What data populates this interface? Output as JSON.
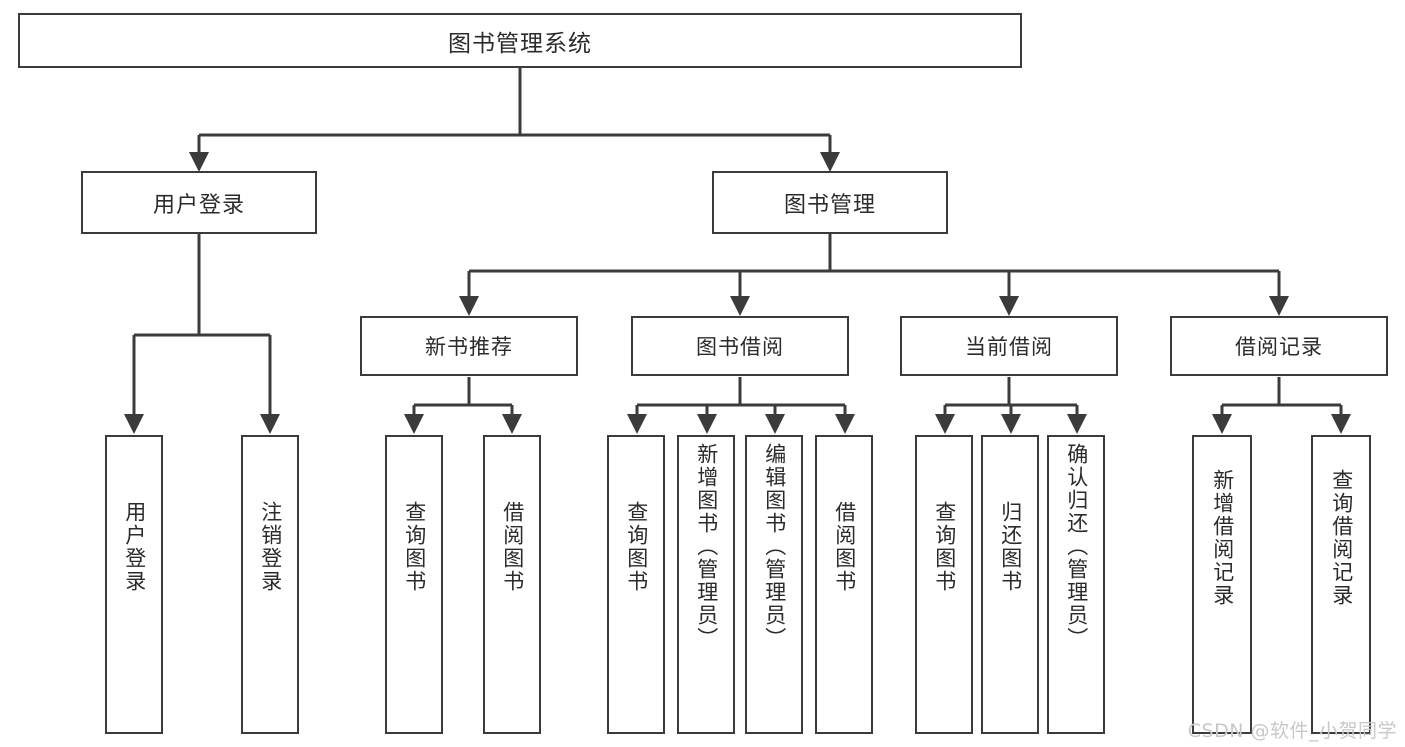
{
  "diagram": {
    "title": "图书管理系统",
    "type": "tree-hierarchy",
    "watermark": "CSDN @软件_小贺同学",
    "colors": {
      "box_border": "#3b3b3b",
      "box_fill": "#ffffff",
      "connector": "#3b3b3b",
      "text": "#2b2b2b",
      "watermark": "#c8c8c8",
      "background": "#ffffff"
    },
    "root": {
      "id": "root",
      "label": "图书管理系统"
    },
    "level2": [
      {
        "id": "user-login",
        "label": "用户登录"
      },
      {
        "id": "book-manage",
        "label": "图书管理"
      }
    ],
    "level3": [
      {
        "id": "new-book-recommend",
        "label": "新书推荐",
        "parent": "book-manage"
      },
      {
        "id": "book-borrow",
        "label": "图书借阅",
        "parent": "book-manage"
      },
      {
        "id": "current-borrow",
        "label": "当前借阅",
        "parent": "book-manage"
      },
      {
        "id": "borrow-record",
        "label": "借阅记录",
        "parent": "book-manage"
      }
    ],
    "leaves": {
      "user_login": [
        {
          "id": "leaf-user-login",
          "label": "用户登录"
        },
        {
          "id": "leaf-user-logout",
          "label": "注销登录"
        }
      ],
      "new_book_recommend": [
        {
          "id": "leaf-query-book-1",
          "label": "查询图书"
        },
        {
          "id": "leaf-borrow-book-1",
          "label": "借阅图书"
        }
      ],
      "book_borrow": [
        {
          "id": "leaf-query-book-2",
          "label": "查询图书"
        },
        {
          "id": "leaf-add-book",
          "label": "新增图书（管理员）"
        },
        {
          "id": "leaf-edit-book",
          "label": "编辑图书（管理员）"
        },
        {
          "id": "leaf-borrow-book-2",
          "label": "借阅图书"
        }
      ],
      "current_borrow": [
        {
          "id": "leaf-query-book-3",
          "label": "查询图书"
        },
        {
          "id": "leaf-return-book",
          "label": "归还图书"
        },
        {
          "id": "leaf-confirm-return",
          "label": "确认归还（管理员）"
        }
      ],
      "borrow_record": [
        {
          "id": "leaf-add-record",
          "label": "新增借阅记录"
        },
        {
          "id": "leaf-query-record",
          "label": "查询借阅记录"
        }
      ]
    }
  }
}
